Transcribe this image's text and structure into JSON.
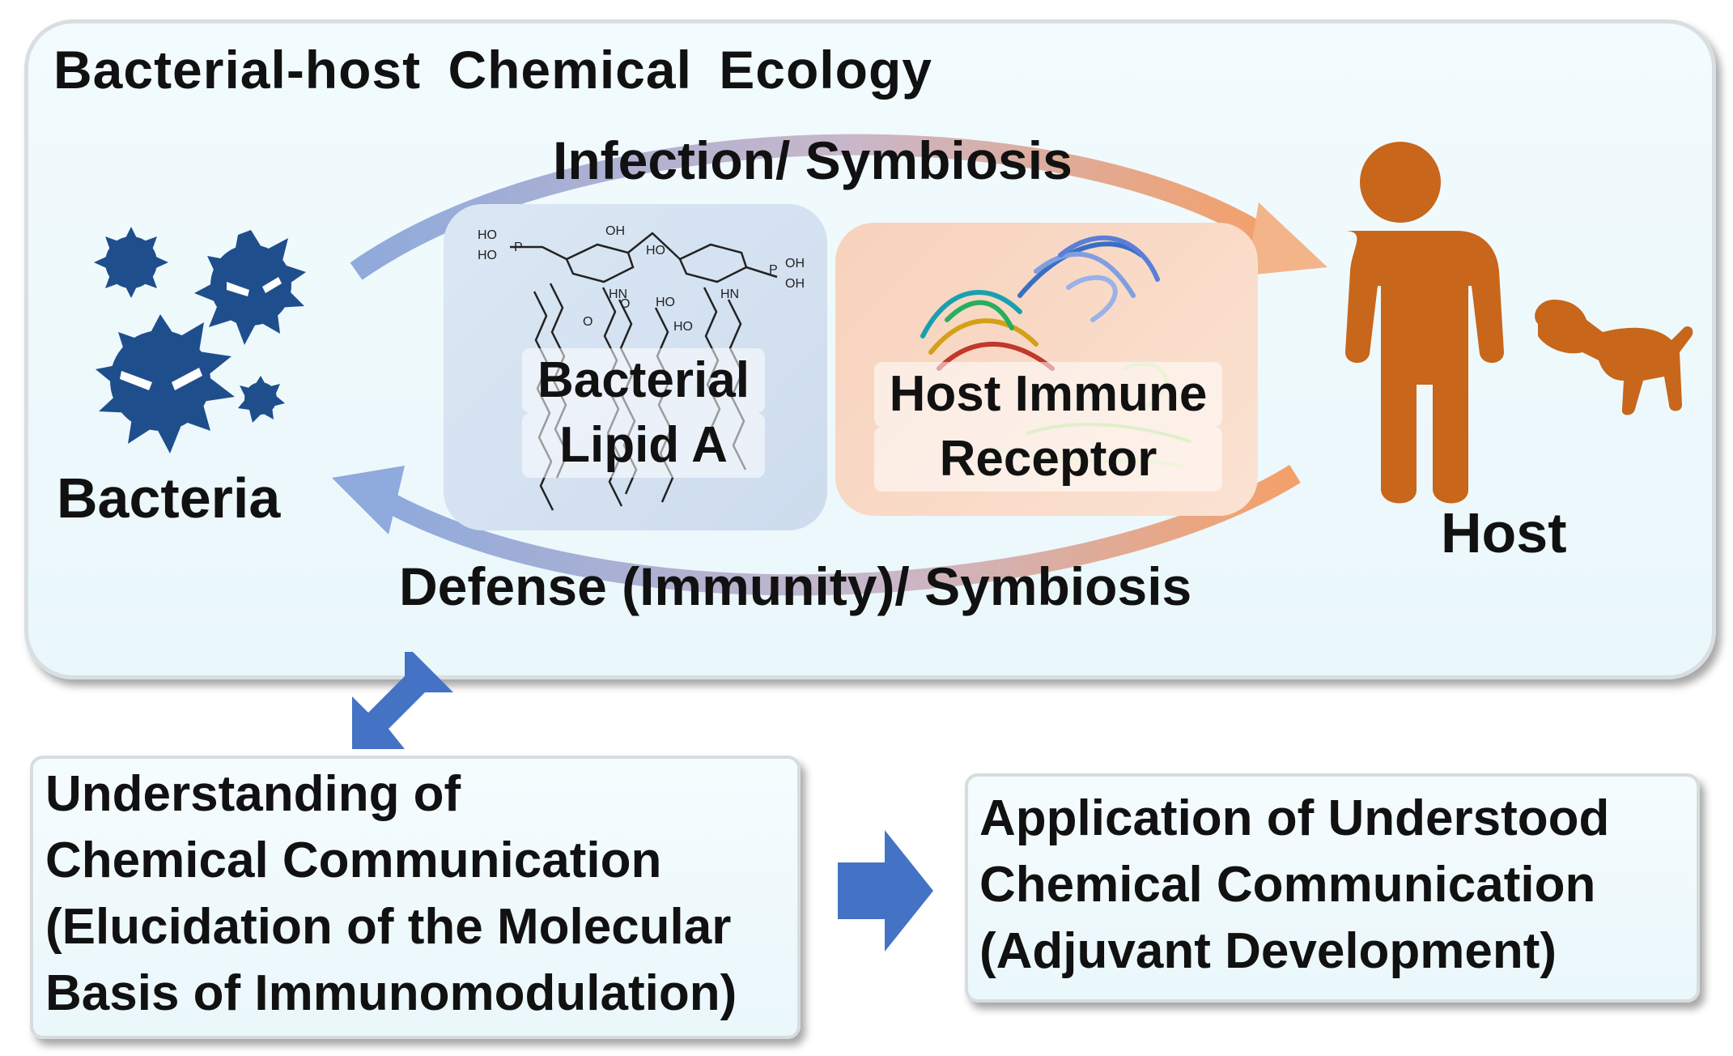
{
  "title": "Bacterial-host Chemical Ecology",
  "arrows": {
    "top_label": "Infection/ Symbiosis",
    "bottom_label": "Defense (Immunity)/ Symbiosis"
  },
  "actors": {
    "bacteria_label": "Bacteria",
    "host_label": "Host"
  },
  "molecules": {
    "lipid_label_line1": "Bacterial",
    "lipid_label_line2": "Lipid A",
    "receptor_label_line1": "Host Immune",
    "receptor_label_line2": "Receptor"
  },
  "structure_labels": {
    "oh": "OH",
    "ho": "HO",
    "hn": "HN",
    "p": "P",
    "o": "O"
  },
  "bottom": {
    "understanding": {
      "line1": "Understanding of",
      "line2": "Chemical Communication",
      "line3": "(Elucidation of the Molecular",
      "line4": "Basis of Immunomodulation)"
    },
    "application": {
      "line1": "Application of Understood",
      "line2": "Chemical Communication",
      "line3": "(Adjuvant Development)"
    }
  },
  "colors": {
    "bacteria": "#1f4e8c",
    "host": "#c8661b",
    "arrow_blue": "#4472c4",
    "arrow_orange": "#f4a06a",
    "arc_blue": "#8faadc"
  },
  "icons": [
    "bacteria-icon",
    "person-icon",
    "dog-icon",
    "lipid-a-structure",
    "receptor-structure",
    "down-left-arrow-icon",
    "right-arrow-icon"
  ]
}
